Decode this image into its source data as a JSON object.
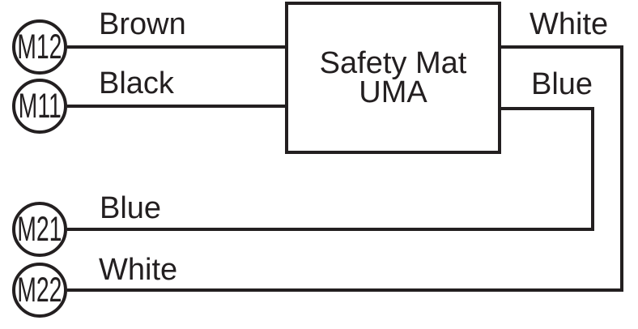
{
  "diagram": {
    "device_box": {
      "line1": "Safety Mat",
      "line2": "UMA"
    },
    "terminals": [
      {
        "id": "M12",
        "wire_color": "Brown"
      },
      {
        "id": "M11",
        "wire_color": "Black"
      },
      {
        "id": "M21",
        "wire_color": "Blue"
      },
      {
        "id": "M22",
        "wire_color": "White"
      }
    ],
    "right_wires": [
      {
        "label": "White"
      },
      {
        "label": "Blue"
      }
    ],
    "connections": [
      "M12 — Brown — Safety Mat UMA (left top)",
      "M11 — Black — Safety Mat UMA (left bottom)",
      "Safety Mat UMA (right top) — White — M22",
      "Safety Mat UMA (right bottom) — Blue — M21"
    ],
    "colors": {
      "line": "#231f20",
      "background": "#ffffff"
    }
  }
}
